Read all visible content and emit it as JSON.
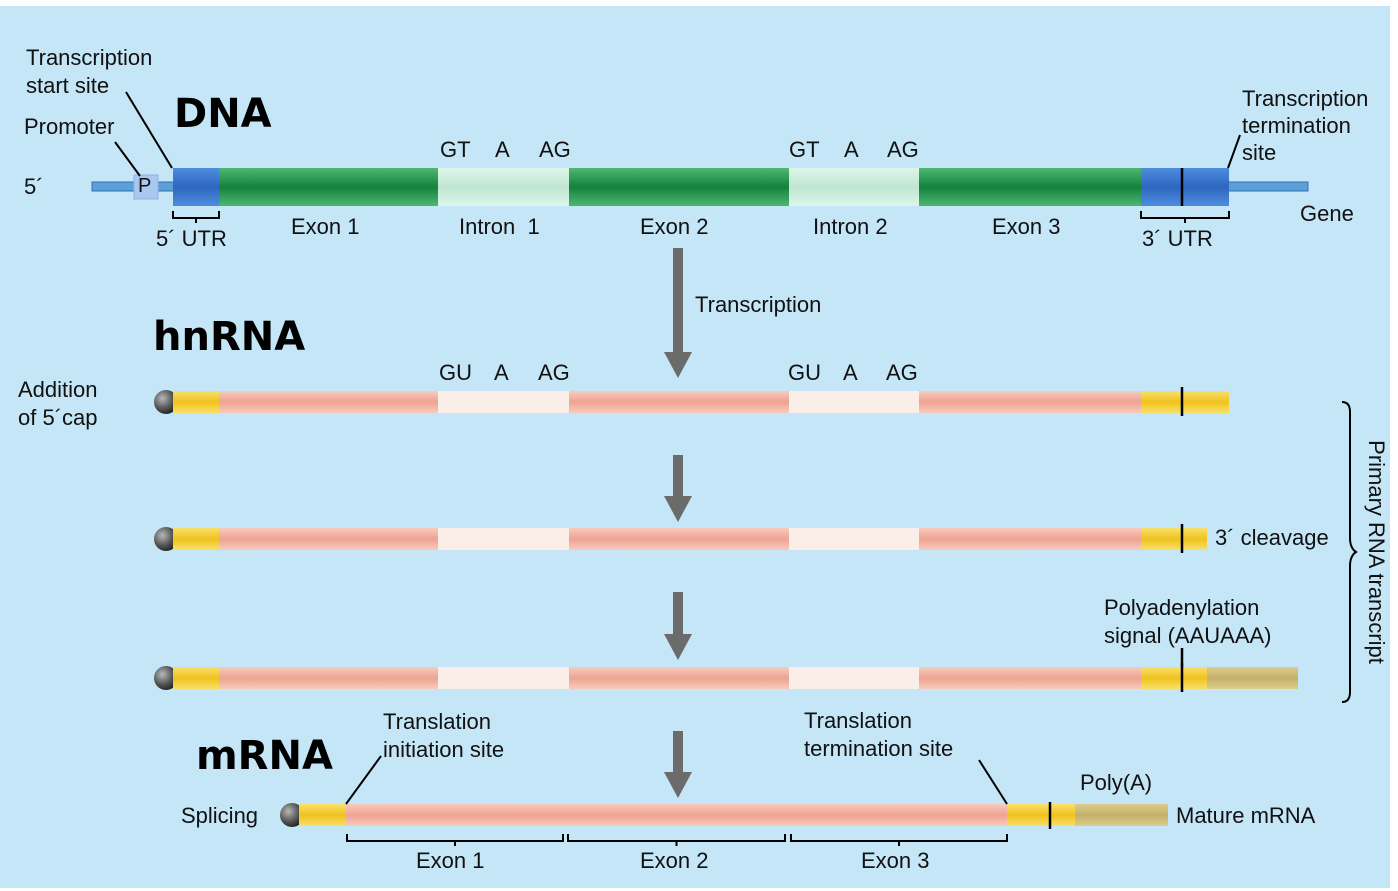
{
  "colors": {
    "background": "#c4e6f7",
    "exon_dna": "#1f9a4e",
    "intron_dna": "#cdeee0",
    "utr_dna": "#3a78cf",
    "dna_line": "#5da0d8",
    "exon_rna": "#f2b3a3",
    "intron_rna": "#fbeee8",
    "utr_rna": "#f4cf2e",
    "poly_a": "#cdbb77",
    "arrow": "#6b6b6b",
    "cap": "#444444"
  },
  "stages": {
    "dna": "DNA",
    "hnrna": "hnRNA",
    "mrna": "mRNA"
  },
  "dna": {
    "transcription_start_site": "Transcription\nstart site",
    "promoter": "Promoter",
    "five_prime": "5´",
    "p_box": "P",
    "splice_sites": [
      "GT",
      "A",
      "AG"
    ],
    "regions": [
      "5´ UTR",
      "Exon 1",
      "Intron  1",
      "Exon 2",
      "Intron 2",
      "Exon 3",
      "3´ UTR"
    ],
    "termination_site": "Transcription\ntermination\nsite",
    "gene": "Gene"
  },
  "transcription": "Transcription",
  "hnrna": {
    "splice_sites": [
      "GU",
      "A",
      "AG"
    ],
    "cap_label": "Addition\nof 5´cap"
  },
  "cleavage": "3´ cleavage",
  "polyadenylation": "Polyadenylation\nsignal (AAUAAA)",
  "primary_transcript": "Primary RNA transcript",
  "mrna": {
    "translation_initiation": "Translation\ninitiation site",
    "translation_termination": "Translation\ntermination site",
    "poly_a": "Poly(A)",
    "splicing": "Splicing",
    "mature": "Mature mRNA",
    "exons": [
      "Exon 1",
      "Exon 2",
      "Exon 3"
    ]
  }
}
